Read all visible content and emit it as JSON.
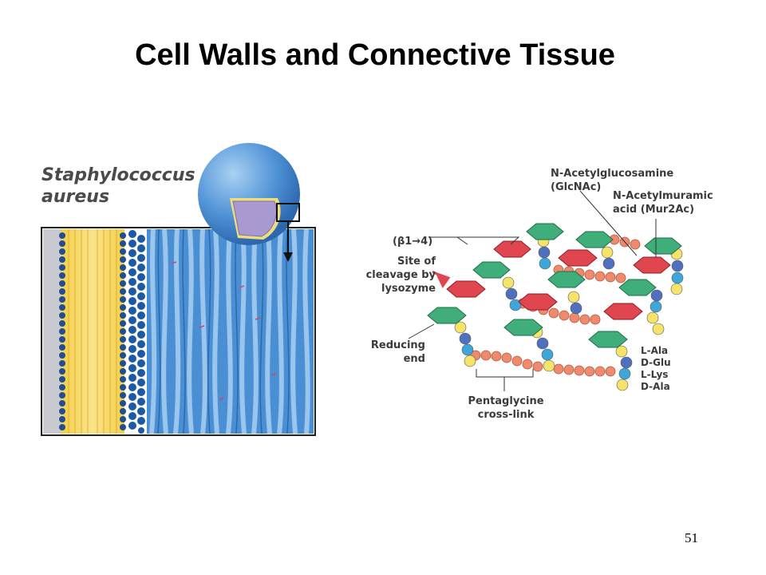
{
  "slide": {
    "title": "Cell Walls and Connective Tissue",
    "page_number": "51"
  },
  "left_panel": {
    "organism_line1": "Staphylococcus",
    "organism_line2": "aureus"
  },
  "right_panel": {
    "glcnac_line1": "N-Acetylglucosamine",
    "glcnac_line2": "(GlcNAc)",
    "murnac_line1": "N-Acetylmuramic",
    "murnac_line2": "acid (Mur2Ac)",
    "linkage": "(β1→4)",
    "cleavage_line1": "Site of",
    "cleavage_line2": "cleavage by",
    "cleavage_line3": "lysozyme",
    "reducing_line1": "Reducing",
    "reducing_line2": "end",
    "crosslink_line1": "Pentaglycine",
    "crosslink_line2": "cross-link",
    "amino_acids": [
      "L-Ala",
      "D-Glu",
      "L-Lys",
      "D-Ala"
    ]
  },
  "colors": {
    "glcnac": "#3fae7a",
    "murnac": "#e0464f",
    "glycine": "#ee8a6e",
    "ala": "#f6e36a",
    "glu": "#4f6fbf",
    "lys": "#3ea6d8",
    "cell_blue": "#4a8fd4",
    "membrane_yellow": "#f2c23a"
  }
}
